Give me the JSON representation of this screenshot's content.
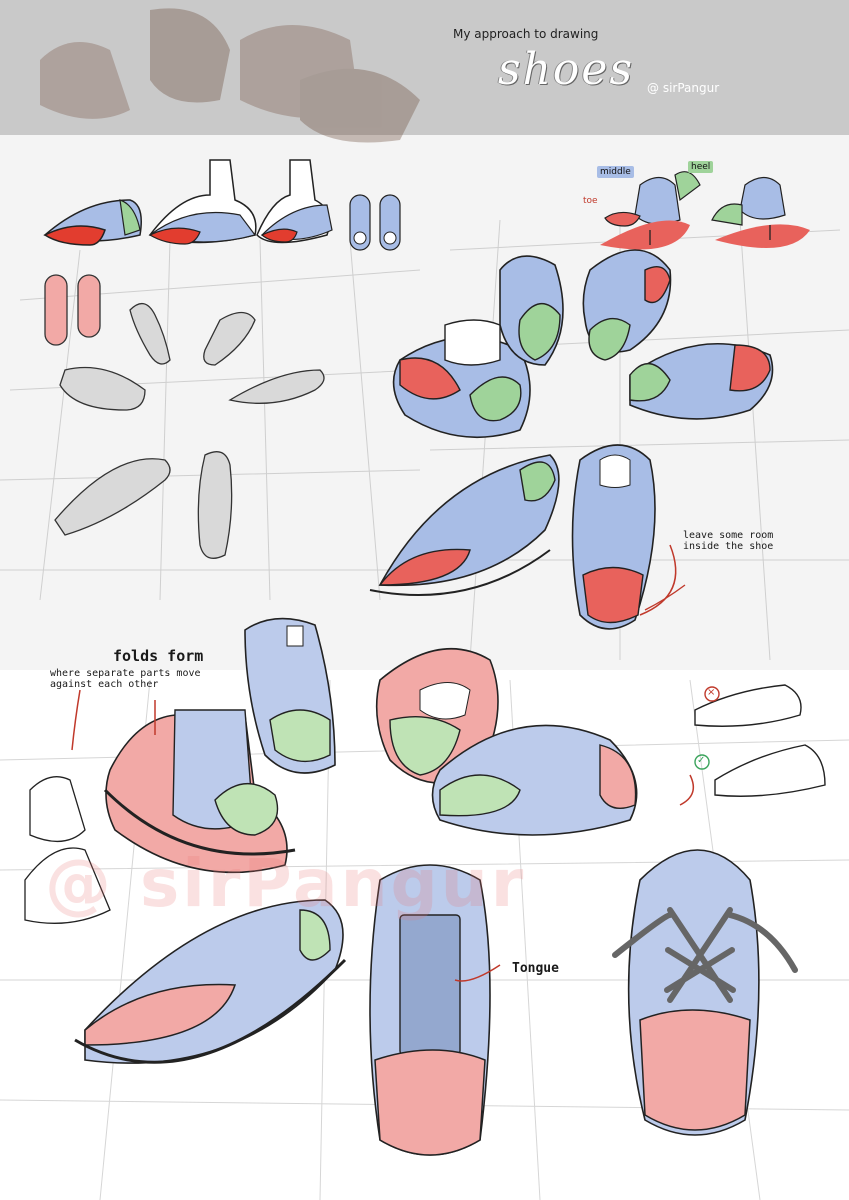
{
  "header": {
    "subtitle": "My approach to drawing",
    "title": "shoes",
    "handle": "@ sirPangur"
  },
  "parts_diagram": {
    "labels": {
      "middle": "middle",
      "heel": "heel",
      "toe": "toe"
    },
    "colors": {
      "toe": "#e8625c",
      "middle": "#a8bde6",
      "heel": "#9fd39a",
      "sole": "#e06b65"
    }
  },
  "annotations": {
    "room_note": "leave some room inside the shoe",
    "folds_title": "folds form",
    "folds_note": "where separate parts move against each other",
    "tongue": "Tongue"
  },
  "markers": {
    "wrong": "×",
    "right": "✓"
  },
  "watermark": "@ sirPangur",
  "palette": {
    "banner": "#c9c9c9",
    "panel": "#f4f4f4",
    "sole_grey": "#cfcfcf",
    "pink": "#f2a9a6",
    "blue": "#bccbeb",
    "green": "#bfe3b5"
  }
}
